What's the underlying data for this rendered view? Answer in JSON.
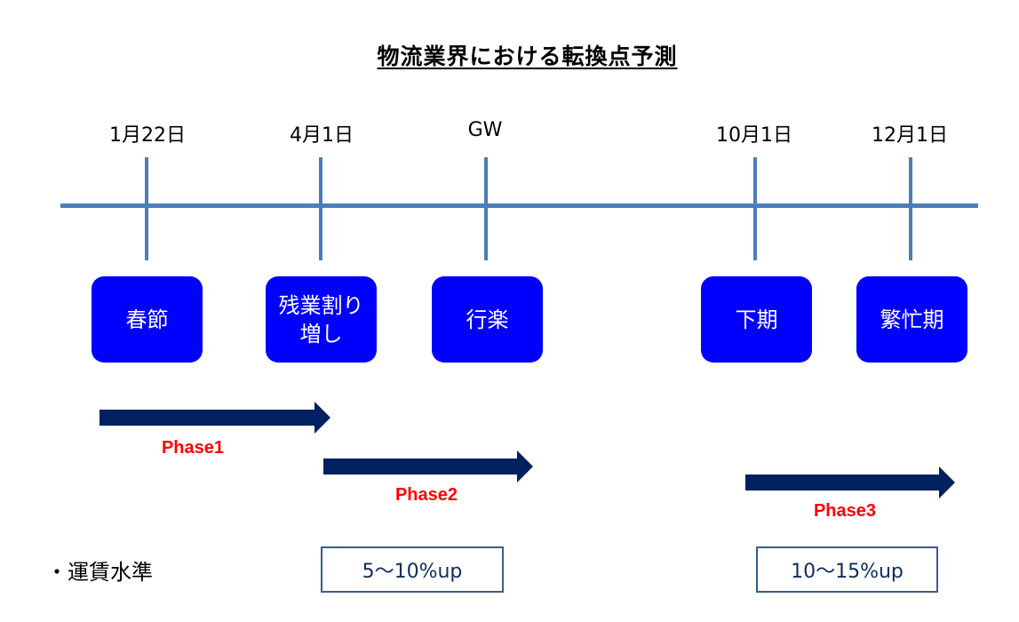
{
  "title": "物流業界における転換点予測",
  "timeline": {
    "dates": [
      "1月22日",
      "4月1日",
      "GW",
      "10月1日",
      "12月1日"
    ],
    "events": [
      {
        "label": "春節"
      },
      {
        "label": "残業割り増し"
      },
      {
        "label": "行楽"
      },
      {
        "label": "下期"
      },
      {
        "label": "繁忙期"
      }
    ]
  },
  "phases": [
    {
      "label": "Phase1",
      "from": "1月22日",
      "to": "4月1日"
    },
    {
      "label": "Phase2",
      "from": "4月1日",
      "to": "GW"
    },
    {
      "label": "Phase3",
      "from": "10月1日",
      "to": "12月1日"
    }
  ],
  "rates": {
    "label": "・運賃水準",
    "items": [
      {
        "label": "5〜10%up",
        "phase": "Phase2"
      },
      {
        "label": "10〜15%up",
        "phase": "Phase3"
      }
    ]
  },
  "colors": {
    "axis": "#4a7ebb",
    "event_box": "#0000ff",
    "arrow": "#002060",
    "phase_text": "#ff0000",
    "rate_border": "#385d8a"
  }
}
